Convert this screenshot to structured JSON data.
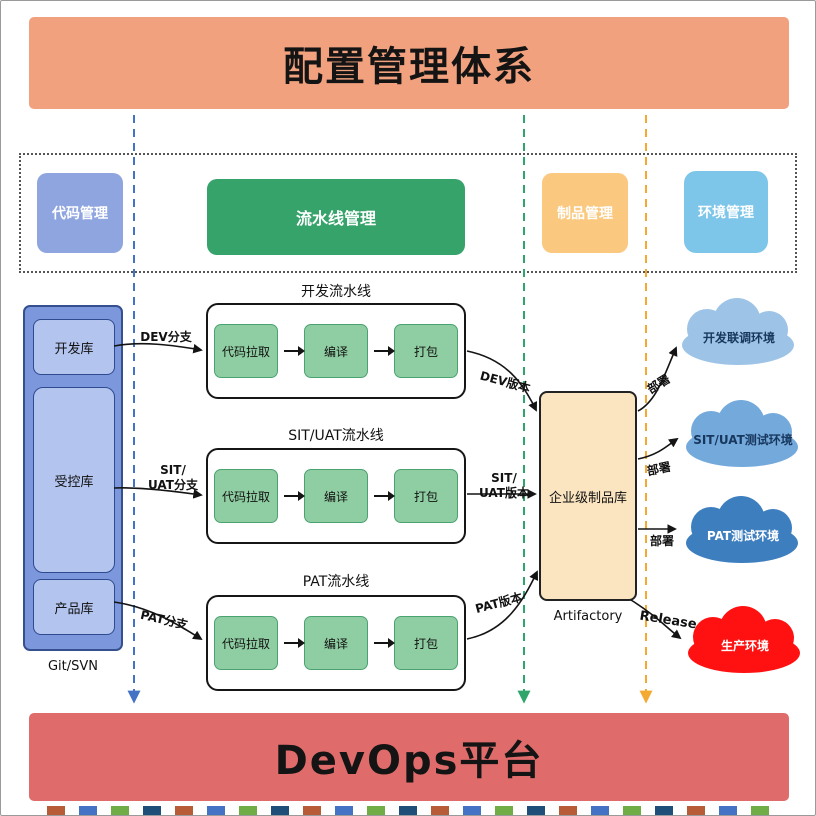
{
  "title_banner": "配置管理体系",
  "bottom_banner": "DevOps平台",
  "legend": {
    "code": "代码管理",
    "pipeline": "流水线管理",
    "artifact": "制品管理",
    "environment": "环境管理"
  },
  "source_control": {
    "repos": [
      "开发库",
      "受控库",
      "产品库"
    ],
    "caption": "Git/SVN"
  },
  "pipelines": [
    {
      "title": "开发流水线",
      "steps": [
        "代码拉取",
        "编译",
        "打包"
      ],
      "branch": "DEV分支",
      "version": "DEV版本"
    },
    {
      "title": "SIT/UAT流水线",
      "steps": [
        "代码拉取",
        "编译",
        "打包"
      ],
      "branch": "SIT/\nUAT分支",
      "version": "SIT/\nUAT版本"
    },
    {
      "title": "PAT流水线",
      "steps": [
        "代码拉取",
        "编译",
        "打包"
      ],
      "branch": "PAT分支",
      "version": "PAT版本"
    }
  ],
  "artifact_repo": {
    "label": "企业级制品库",
    "caption": "Artifactory"
  },
  "environments": [
    {
      "label": "开发联调环境",
      "action": "部署",
      "color": "#9DC3E6"
    },
    {
      "label": "SIT/UAT测试环境",
      "action": "部署",
      "color": "#74A9DC"
    },
    {
      "label": "PAT测试环境",
      "action": "部署",
      "color": "#3D7EBF"
    },
    {
      "label": "生产环境",
      "action": "Release",
      "color": "#FF1111"
    }
  ],
  "colors": {
    "top_banner": "#F2A17E",
    "bottom_banner": "#E06B6B",
    "code_chip": "#8FA5E0",
    "pipeline_chip": "#36A36A",
    "artifact_chip": "#FAC87E",
    "env_chip": "#7EC5EA",
    "repo_container": "#7C97DC",
    "repo_box": "#B3C4EE",
    "step_box": "#8FCEA2",
    "artifact_box": "#FBE5C1",
    "dashed_blue": "#4472C4",
    "dashed_green": "#2FA56B",
    "dashed_orange": "#F4A933"
  }
}
